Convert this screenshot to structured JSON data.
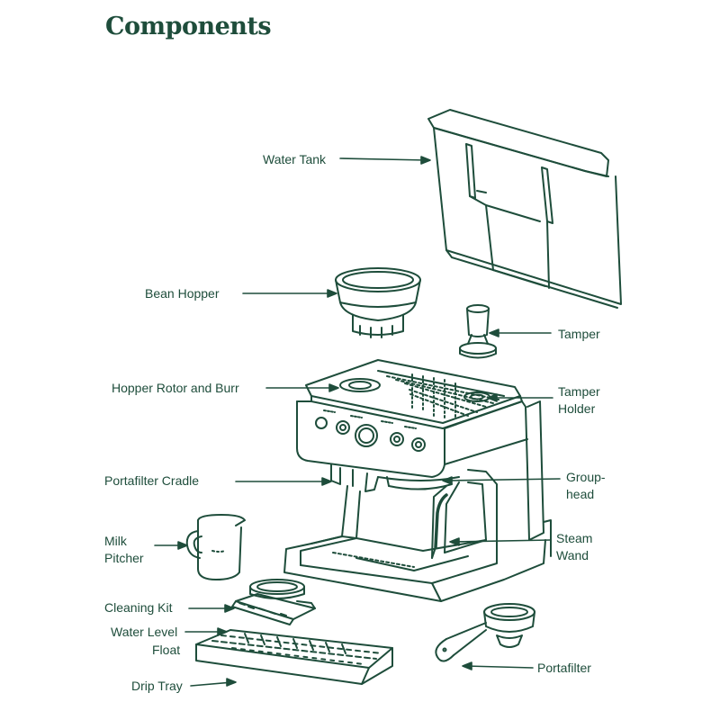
{
  "title": "Components",
  "colors": {
    "ink": "#1e4d3b",
    "fill": "#ffffff"
  },
  "labels": {
    "water_tank": "Water Tank",
    "bean_hopper": "Bean Hopper",
    "tamper": "Tamper",
    "hopper_rotor_burr": "Hopper Rotor and Burr",
    "tamper_holder_1": "Tamper",
    "tamper_holder_2": "Holder",
    "portafilter_cradle": "Portafilter Cradle",
    "group_head_1": "Group-",
    "group_head_2": "head",
    "milk_pitcher_1": "Milk",
    "milk_pitcher_2": "Pitcher",
    "steam_wand_1": "Steam",
    "steam_wand_2": "Wand",
    "cleaning_kit": "Cleaning Kit",
    "water_level_float_1": "Water Level",
    "water_level_float_2": "Float",
    "portafilter": "Portafilter",
    "drip_tray": "Drip Tray"
  }
}
